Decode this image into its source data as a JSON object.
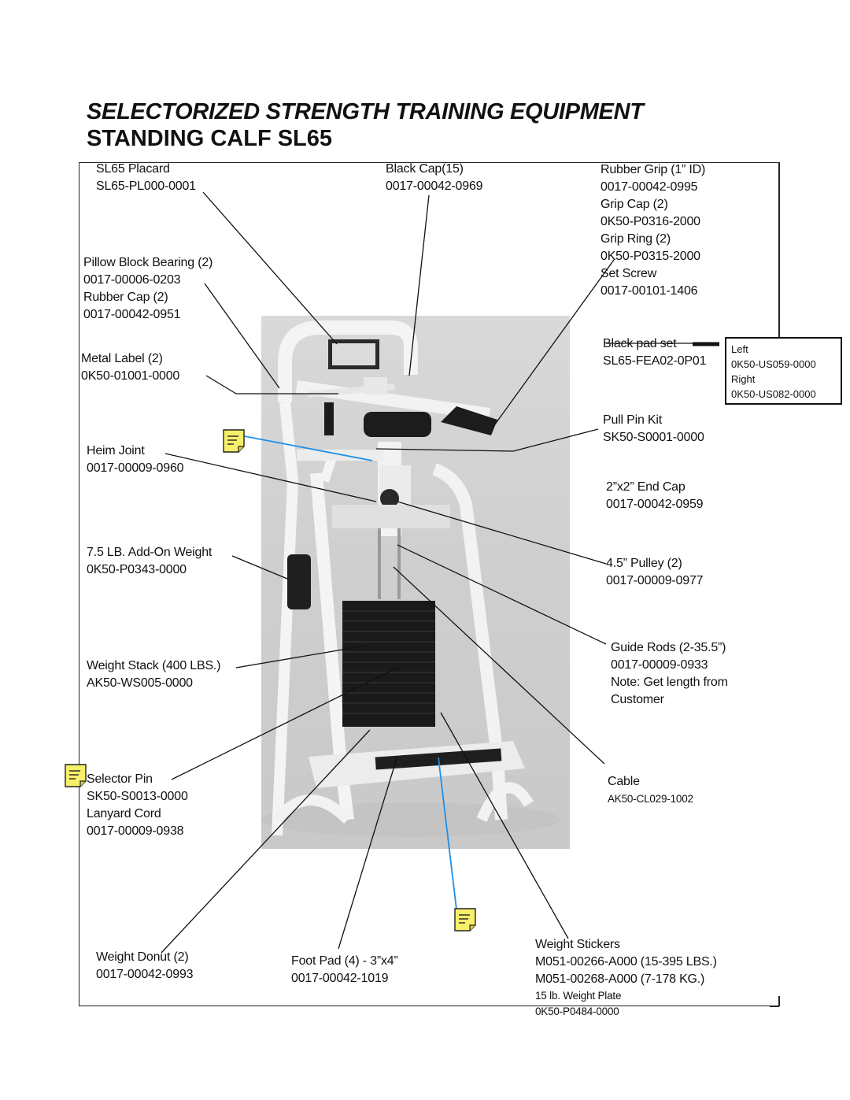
{
  "title_line1": "SELECTORIZED STRENGTH TRAINING EQUIPMENT",
  "title_line2": "STANDING CALF SL65",
  "labels": {
    "placard": [
      "SL65  Placard",
      "SL65-PL000-0001"
    ],
    "black_cap": [
      "Black Cap(15)",
      "0017-00042-0969"
    ],
    "rubber_grip": [
      "Rubber Grip (1” ID)",
      "0017-00042-0995",
      "Grip Cap (2)",
      "0K50-P0316-2000",
      "Grip Ring (2)",
      "0K50-P0315-2000",
      "Set Screw",
      "0017-00101-1406"
    ],
    "pillow_block": [
      "Pillow Block Bearing (2)",
      "0017-00006-0203",
      "Rubber Cap (2)",
      "0017-00042-0951"
    ],
    "metal_label": [
      "Metal Label (2)",
      "0K50-01001-0000"
    ],
    "black_pad": [
      "Black pad set",
      "SL65-FEA02-0P01"
    ],
    "pad_sides": [
      "Left",
      "0K50-US059-0000",
      "Right",
      "0K50-US082-0000"
    ],
    "pull_pin": [
      "Pull Pin Kit",
      "SK50-S0001-0000"
    ],
    "heim_joint": [
      "Heim Joint",
      "0017-00009-0960"
    ],
    "end_cap": [
      "2”x2” End Cap",
      "0017-00042-0959"
    ],
    "add_on_weight": [
      "7.5 LB.  Add-On Weight",
      "0K50-P0343-0000"
    ],
    "pulley": [
      "4.5” Pulley (2)",
      "0017-00009-0977"
    ],
    "guide_rods": [
      "Guide Rods (2-35.5”)",
      "0017-00009-0933",
      "Note: Get length from",
      "Customer"
    ],
    "weight_stack": [
      "Weight Stack (400 LBS.)",
      "AK50-WS005-0000"
    ],
    "cable": [
      "Cable",
      "AK50-CL029-1002"
    ],
    "selector_pin": [
      "Selector Pin",
      "SK50-S0013-0000",
      "Lanyard Cord",
      "0017-00009-0938"
    ],
    "weight_donut": [
      "Weight Donut (2)",
      "0017-00042-0993"
    ],
    "foot_pad": [
      "Foot Pad (4) - 3”x4”",
      "0017-00042-1019"
    ],
    "weight_stickers": [
      "Weight Stickers",
      "M051-00266-A000 (15-395 LBS.)",
      "M051-00268-A000 (7-178 KG.)"
    ],
    "weight_plate": [
      "15 lb. Weight Plate",
      "0K50-P0484-0000"
    ]
  },
  "colors": {
    "leader_line": "#111111",
    "annotation_line": "#1e8fe8",
    "note_icon": "#f7ef6a",
    "frame_white": "#f4f4f4",
    "stack_black": "#1a1a1a"
  },
  "icons": [
    "note-icon",
    "note-icon",
    "note-icon"
  ]
}
